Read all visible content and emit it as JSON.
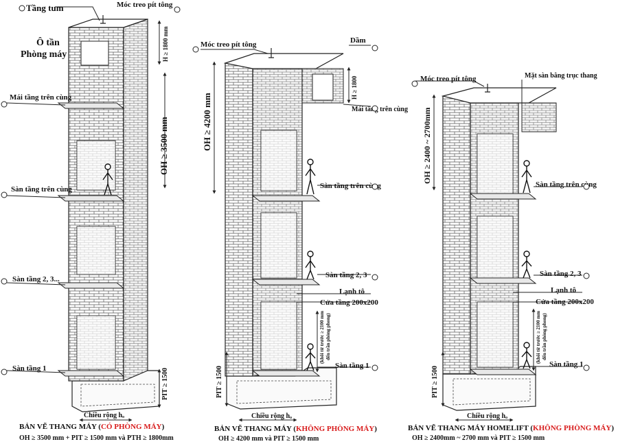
{
  "shaft1": {
    "tang_tum": "Tầng tum",
    "moc_treo": "Móc treo pít tông",
    "o_tan_1": "Ô tần",
    "o_tan_2": "Phòng máy",
    "h_top": "H ≥ 1800 mm",
    "mai_tang": "Mái tầng trên cùng",
    "oh": "OH ≥ 3500 mm",
    "san_top": "Sàn tầng trên cùng",
    "san_23": "Sàn tầng 2, 3...",
    "san_1": "Sàn tầng 1",
    "pit": "PIT ≥ 1500",
    "width": "Chiều rộng hₒ",
    "caption_a": "BẢN VẼ THANG MÁY (",
    "caption_red": "CÓ PHÒNG MÁY",
    "caption_b": ")",
    "formula": "OH ≥ 3500 mm + PIT ≥ 1500 mm  và PTH ≥ 1800mm"
  },
  "shaft2": {
    "moc_treo": "Móc treo pít tông",
    "dam": "Dầm",
    "h_top": "H ≥ 1800",
    "mai_tang": "Mái tầng trên cùng",
    "oh": "OH ≥ 4200 mm",
    "san_top": "Sàn tầng trên cùng",
    "san_23": "Sàn tầng 2, 3",
    "lanh_to": "Lạnh tô",
    "cua_tang": "Cửa tầng 200x200",
    "door_note_1": "(khôi từ trước ≥ 2100 mm",
    "door_note_2": "đến trần phòng phong)",
    "san_1": "Sàn tầng 1",
    "pit": "PIT ≥ 1500",
    "width": "Chiều rộng hₒ",
    "caption_a": "BẢN VẼ THANG MÁY (",
    "caption_red": "KHÔNG PHÒNG MÁY",
    "caption_b": ")",
    "formula": "OH ≥ 4200 mm và PIT ≥ 1500 mm"
  },
  "shaft3": {
    "moc_treo": "Móc treo pít tông",
    "mat_san": "Mặt sàn bằng trục thang",
    "oh": "OH ≥ 2400 ~ 2700mm",
    "san_top": "Sàn tầng trên cùng",
    "san_23": "Sàn tầng 2, 3",
    "lanh_to": "Lạnh tô",
    "cua_tang": "Cửa tầng 200x200",
    "door_note_1": "(khôi từ trước ≥ 2100 mm",
    "door_note_2": "đến trần phòng phong)",
    "san_1": "Sàn tầng 1",
    "pit": "PIT ≥ 1500",
    "width": "Chiều rộng hₒ",
    "caption_a": "BẢN VẼ THANG MÁY HOMELIFT (",
    "caption_red": "KHÔNG PHÒNG MÁY",
    "caption_b": ")",
    "formula": "OH ≥ 2400mm ~ 2700 mm và PIT ≥ 1500 mm"
  },
  "colors": {
    "caption_accent": "#d81b1b",
    "line": "#222222",
    "brick_line": "#555555"
  }
}
